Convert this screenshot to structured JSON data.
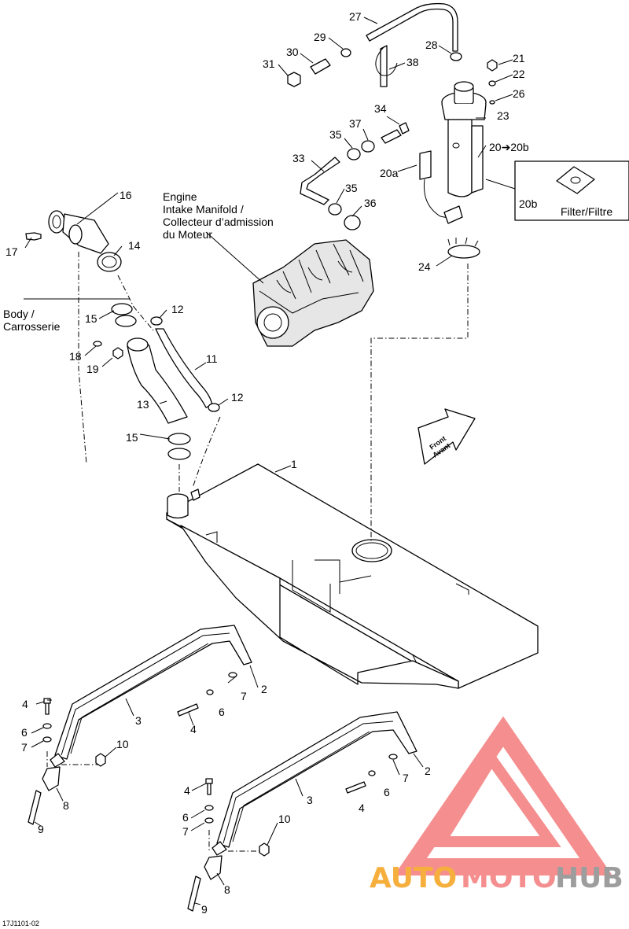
{
  "callouts": {
    "c1": "1",
    "c2a": "2",
    "c2b": "2",
    "c3a": "3",
    "c3b": "3",
    "c4a": "4",
    "c4b": "4",
    "c4c": "4",
    "c4d": "4",
    "c6a": "6",
    "c6b": "6",
    "c6c": "6",
    "c6d": "6",
    "c7a": "7",
    "c7b": "7",
    "c7c": "7",
    "c7d": "7",
    "c8a": "8",
    "c8b": "8",
    "c9a": "9",
    "c9b": "9",
    "c10a": "10",
    "c10b": "10",
    "c11": "11",
    "c12a": "12",
    "c12b": "12",
    "c13": "13",
    "c14": "14",
    "c15a": "15",
    "c15b": "15",
    "c16": "16",
    "c17": "17",
    "c18": "18",
    "c19": "19",
    "c20": "20➔20b",
    "c20a": "20a",
    "c20b": "20b",
    "c21": "21",
    "c22": "22",
    "c23": "23",
    "c24": "24",
    "c26": "26",
    "c27": "27",
    "c28": "28",
    "c29": "29",
    "c30": "30",
    "c31": "31",
    "c33": "33",
    "c34": "34",
    "c35a": "35",
    "c35b": "35",
    "c36": "36",
    "c37": "37",
    "c38": "38"
  },
  "labels": {
    "engine_l1": "Engine",
    "engine_l2": "Intake Manifold /",
    "engine_l3": "Collecteur d’admission",
    "engine_l4": "du Moteur",
    "body_l1": "Body /",
    "body_l2": "Carrosserie",
    "filter": "Filter/Filtre",
    "front_l1": "Front",
    "front_l2": "Avant"
  },
  "figure_code": "17J1101-02",
  "watermark": {
    "part1": "AUTO",
    "part2": "MOTO",
    "part3": "HUB",
    "color_orange": "#f5a21b",
    "color_pink": "#f47c7c",
    "color_gray": "#8c8c8c"
  }
}
